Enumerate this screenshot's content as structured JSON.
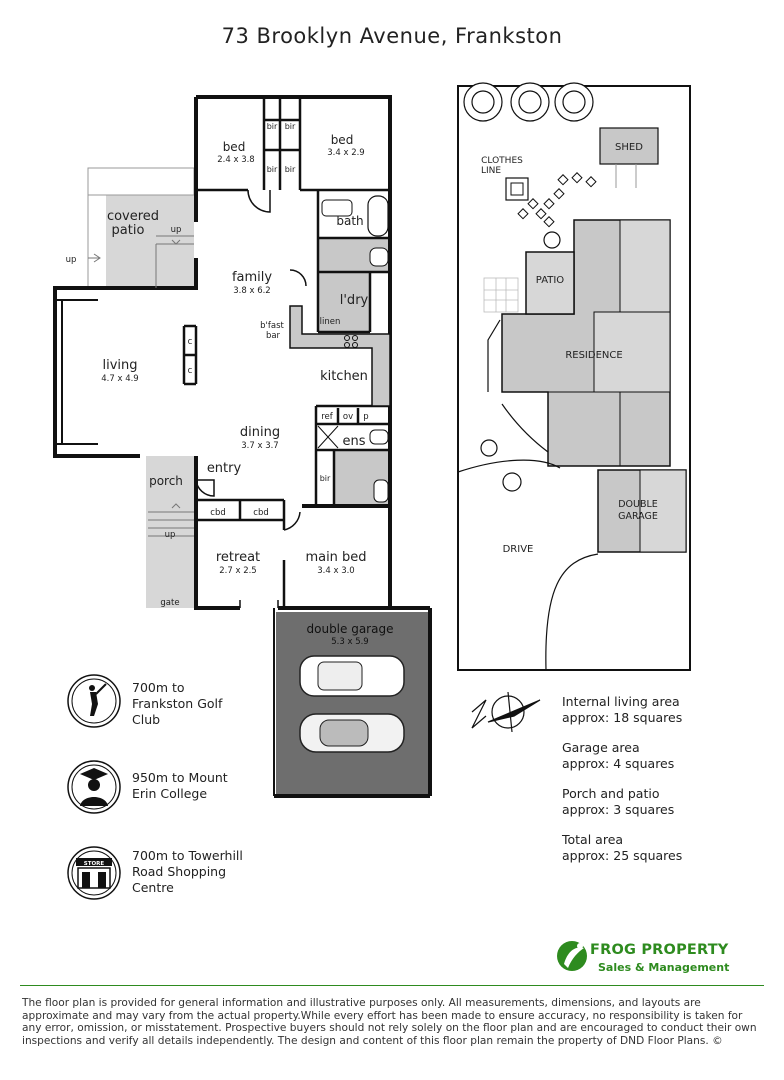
{
  "title": "73 Brooklyn Avenue, Frankston",
  "floor_plan": {
    "rooms": {
      "bed1_name": "bed",
      "bed1_dims": "2.4 x 3.8",
      "bed2_name": "bed",
      "bed2_dims": "3.4 x 2.9",
      "bir": "bir",
      "covered_patio_1": "covered",
      "covered_patio_2": "patio",
      "up": "up",
      "bath": "bath",
      "family_name": "family",
      "family_dims": "3.8 x 6.2",
      "ldry": "l'dry",
      "linen": "linen",
      "bfast_1": "b'fast",
      "bfast_2": "bar",
      "cupboard": "c",
      "living_name": "living",
      "living_dims": "4.7 x 4.9",
      "kitchen": "kitchen",
      "ref": "ref",
      "ov": "ov",
      "pantry": "p",
      "dining_name": "dining",
      "dining_dims": "3.7 x 3.7",
      "ens": "ens",
      "entry": "entry",
      "porch": "porch",
      "cbd": "cbd",
      "retreat_name": "retreat",
      "retreat_dims": "2.7 x 2.5",
      "main_bed_name": "main bed",
      "main_bed_dims": "3.4 x 3.0",
      "gate": "gate",
      "garage_name": "double garage",
      "garage_dims": "5.3 x 5.9"
    }
  },
  "site_plan": {
    "shed": "SHED",
    "clothes_1": "CLOTHES",
    "clothes_2": "LINE",
    "patio": "PATIO",
    "residence": "RESIDENCE",
    "garage_1": "DOUBLE",
    "garage_2": "GARAGE",
    "drive": "DRIVE"
  },
  "amenities": [
    {
      "icon": "golfer-icon",
      "lines": [
        "700m to",
        "Frankston Golf",
        "Club"
      ]
    },
    {
      "icon": "graduate-icon",
      "lines": [
        "950m to Mount",
        "Erin College"
      ]
    },
    {
      "icon": "store-icon",
      "store_label": "STORE",
      "lines": [
        "700m to Towerhill",
        "Road Shopping",
        "Centre"
      ]
    }
  ],
  "areas": [
    {
      "label": "Internal living area",
      "value": "approx: 18 squares"
    },
    {
      "label": "Garage area",
      "value": "approx: 4 squares"
    },
    {
      "label": "Porch and patio",
      "value": "approx: 3 squares"
    },
    {
      "label": "Total area",
      "value": "approx: 25 squares"
    }
  ],
  "brand": {
    "name": "FROG PROPERTY",
    "tagline": "Sales & Management",
    "accent": "#2e8b1f"
  },
  "colors": {
    "wall": "#111111",
    "outdoor": "#d7d7d7",
    "wet": "#c8c8c8",
    "garage_floor": "#6e6e6e"
  },
  "disclaimer": "The floor plan is provided for general information and illustrative purposes only. All measurements, dimensions, and layouts are approximate and may vary from the actual property.While every effort has been made to ensure accuracy, no responsibility is taken for any error, omission, or misstatement. Prospective buyers should not rely solely on the floor plan and are encouraged to conduct their own inspections and verify all details independently. The design and content of this floor plan remain the property of DND Floor Plans. ©"
}
